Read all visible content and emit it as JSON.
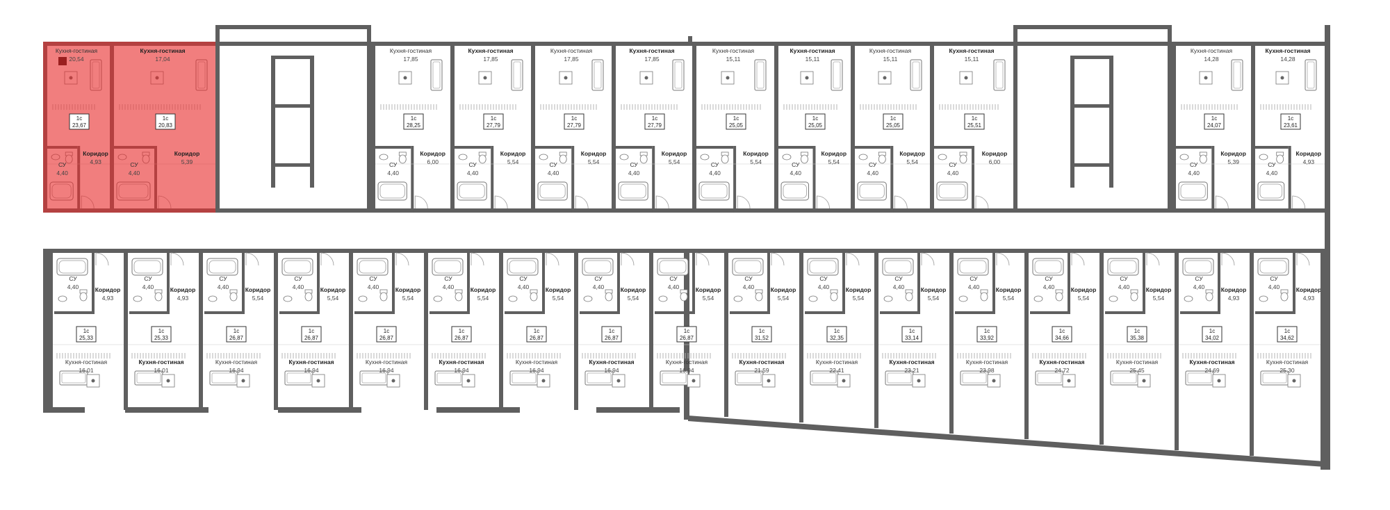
{
  "colors": {
    "wall": "#5f5f5f",
    "highlight": "#e83030",
    "text": "#333333"
  },
  "labels": {
    "kitchen": "Кухня-гостиная",
    "corridor": "Коридор",
    "bath": "СУ"
  },
  "top_units": [
    {
      "id": "t1",
      "kitchen_area": "20,54",
      "total": "23,67",
      "tag": "1с",
      "corridor_area": "4,93",
      "bath_area": "4,40",
      "selected": true
    },
    {
      "id": "t2",
      "kitchen_area": "17,04",
      "total": "20,83",
      "tag": "1с",
      "corridor_area": "5,39",
      "bath_area": "4,40",
      "selected": true
    },
    {
      "id": "t3",
      "kitchen_area": "17,85",
      "total": "28,25",
      "tag": "1с",
      "corridor_area": "6,00",
      "bath_area": "4,40",
      "selected": false
    },
    {
      "id": "t4",
      "kitchen_area": "17,85",
      "total": "27,79",
      "tag": "1с",
      "corridor_area": "5,54",
      "bath_area": "4,40",
      "selected": false
    },
    {
      "id": "t5",
      "kitchen_area": "17,85",
      "total": "27,79",
      "tag": "1с",
      "corridor_area": "5,54",
      "bath_area": "4,40",
      "selected": false
    },
    {
      "id": "t6",
      "kitchen_area": "17,85",
      "total": "27,79",
      "tag": "1с",
      "corridor_area": "5,54",
      "bath_area": "4,40",
      "selected": false
    },
    {
      "id": "t7",
      "kitchen_area": "15,11",
      "total": "25,05",
      "tag": "1с",
      "corridor_area": "5,54",
      "bath_area": "4,40",
      "selected": false
    },
    {
      "id": "t8",
      "kitchen_area": "15,11",
      "total": "25,05",
      "tag": "1с",
      "corridor_area": "5,54",
      "bath_area": "4,40",
      "selected": false
    },
    {
      "id": "t9",
      "kitchen_area": "15,11",
      "total": "25,05",
      "tag": "1с",
      "corridor_area": "5,54",
      "bath_area": "4,40",
      "selected": false
    },
    {
      "id": "t10",
      "kitchen_area": "15,11",
      "total": "25,51",
      "tag": "1с",
      "corridor_area": "6,00",
      "bath_area": "4,40",
      "selected": false
    },
    {
      "id": "t11",
      "kitchen_area": "14,28",
      "total": "24,07",
      "tag": "1с",
      "corridor_area": "5,39",
      "bath_area": "4,40",
      "selected": false
    },
    {
      "id": "t12",
      "kitchen_area": "14,28",
      "total": "23,61",
      "tag": "1с",
      "corridor_area": "4,93",
      "bath_area": "4,40",
      "selected": false
    }
  ],
  "bottom_units": [
    {
      "id": "b1",
      "kitchen_area": "16,01",
      "total": "25,33",
      "tag": "1с",
      "corridor_area": "4,93",
      "bath_area": "4,40"
    },
    {
      "id": "b2",
      "kitchen_area": "16,01",
      "total": "25,33",
      "tag": "1с",
      "corridor_area": "4,93",
      "bath_area": "4,40"
    },
    {
      "id": "b3",
      "kitchen_area": "16,94",
      "total": "26,87",
      "tag": "1с",
      "corridor_area": "5,54",
      "bath_area": "4,40"
    },
    {
      "id": "b4",
      "kitchen_area": "16,94",
      "total": "26,87",
      "tag": "1с",
      "corridor_area": "5,54",
      "bath_area": "4,40"
    },
    {
      "id": "b5",
      "kitchen_area": "16,94",
      "total": "26,87",
      "tag": "1с",
      "corridor_area": "5,54",
      "bath_area": "4,40"
    },
    {
      "id": "b6",
      "kitchen_area": "16,94",
      "total": "26,87",
      "tag": "1с",
      "corridor_area": "5,54",
      "bath_area": "4,40"
    },
    {
      "id": "b7",
      "kitchen_area": "16,94",
      "total": "26,87",
      "tag": "1с",
      "corridor_area": "5,54",
      "bath_area": "4,40"
    },
    {
      "id": "b8",
      "kitchen_area": "16,94",
      "total": "26,87",
      "tag": "1с",
      "corridor_area": "5,54",
      "bath_area": "4,40"
    },
    {
      "id": "b9",
      "kitchen_area": "16,94",
      "total": "26,87",
      "tag": "1с",
      "corridor_area": "5,54",
      "bath_area": "4,40"
    },
    {
      "id": "b10",
      "kitchen_area": "21,59",
      "total": "31,52",
      "tag": "1с",
      "corridor_area": "5,54",
      "bath_area": "4,40"
    },
    {
      "id": "b11",
      "kitchen_area": "22,41",
      "total": "32,35",
      "tag": "1с",
      "corridor_area": "5,54",
      "bath_area": "4,40"
    },
    {
      "id": "b12",
      "kitchen_area": "23,21",
      "total": "33,14",
      "tag": "1с",
      "corridor_area": "5,54",
      "bath_area": "4,40"
    },
    {
      "id": "b13",
      "kitchen_area": "23,98",
      "total": "33,92",
      "tag": "1с",
      "corridor_area": "5,54",
      "bath_area": "4,40"
    },
    {
      "id": "b14",
      "kitchen_area": "24,72",
      "total": "34,66",
      "tag": "1с",
      "corridor_area": "5,54",
      "bath_area": "4,40"
    },
    {
      "id": "b15",
      "kitchen_area": "25,45",
      "total": "35,38",
      "tag": "1с",
      "corridor_area": "5,54",
      "bath_area": "4,40"
    },
    {
      "id": "b16",
      "kitchen_area": "24,69",
      "total": "34,02",
      "tag": "1с",
      "corridor_area": "4,93",
      "bath_area": "4,40"
    },
    {
      "id": "b17",
      "kitchen_area": "25,30",
      "total": "34,62",
      "tag": "1с",
      "corridor_area": "4,93",
      "bath_area": "4,40"
    }
  ]
}
